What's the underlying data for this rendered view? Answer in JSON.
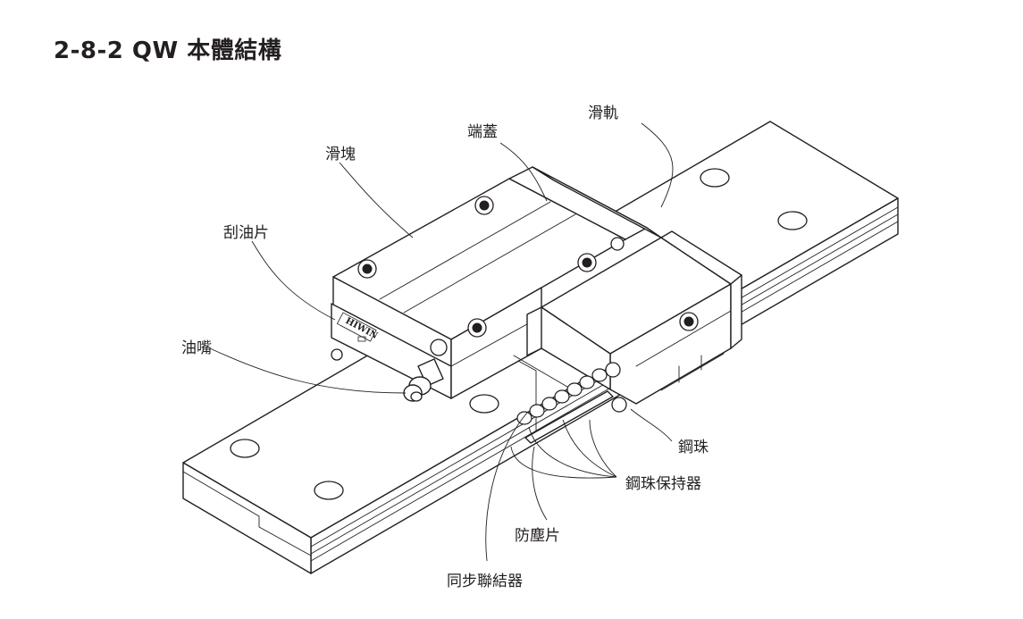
{
  "title": "2-8-2 QW 本體結構",
  "brand_mark": "HIWIN",
  "labels": {
    "rail": "滑軌",
    "end_cap": "端蓋",
    "block": "滑塊",
    "scraper": "刮油片",
    "grease_nipple": "油嘴",
    "steel_ball": "鋼珠",
    "ball_retainer": "鋼珠保持器",
    "dust_seal": "防塵片",
    "sync_connector": "同步聯結器"
  }
}
